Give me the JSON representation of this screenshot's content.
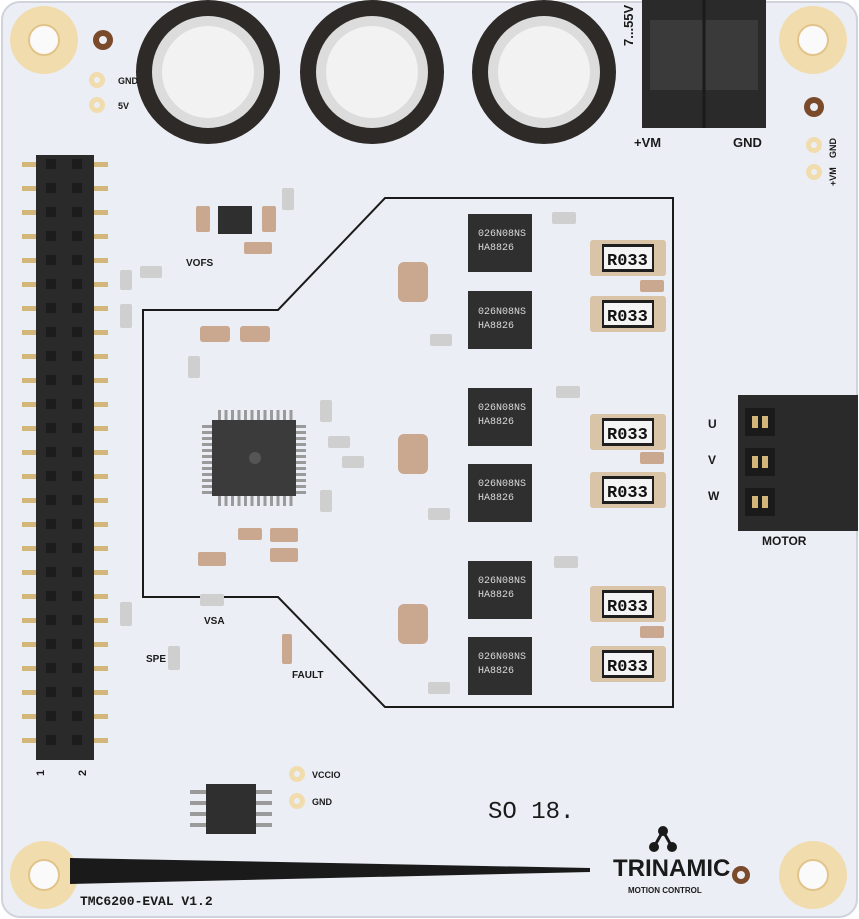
{
  "board": {
    "name": "TMC6200-EVAL V1.2",
    "brand": "TRINAMIC",
    "brand_sub": "MOTION CONTROL",
    "date_code": "SO 18.",
    "supply_range": "7...55V",
    "power_labels": {
      "vm": "+VM",
      "gnd": "GND"
    },
    "left_test_labels": [
      "GND",
      "5V"
    ],
    "right_test_labels": [
      "GND",
      "+VM"
    ],
    "bottom_test_labels": [
      "VCCIO",
      "GND"
    ],
    "motor_label": "MOTOR",
    "phase_labels": [
      "U",
      "V",
      "W"
    ],
    "misc_labels": {
      "vofs": "VOFS",
      "vsa": "VSA",
      "spe": "SPE",
      "fault": "FAULT"
    },
    "header_pins": [
      "1",
      "2"
    ],
    "mosfet_marking": [
      "026N08NS",
      "HA8826"
    ],
    "shunt_marking": "R033"
  },
  "colors": {
    "pcb": "#eceef5",
    "silkscreen": "#1a1a1a",
    "gold_pad": "#f1dcae",
    "connector": "#2a2a2a"
  }
}
